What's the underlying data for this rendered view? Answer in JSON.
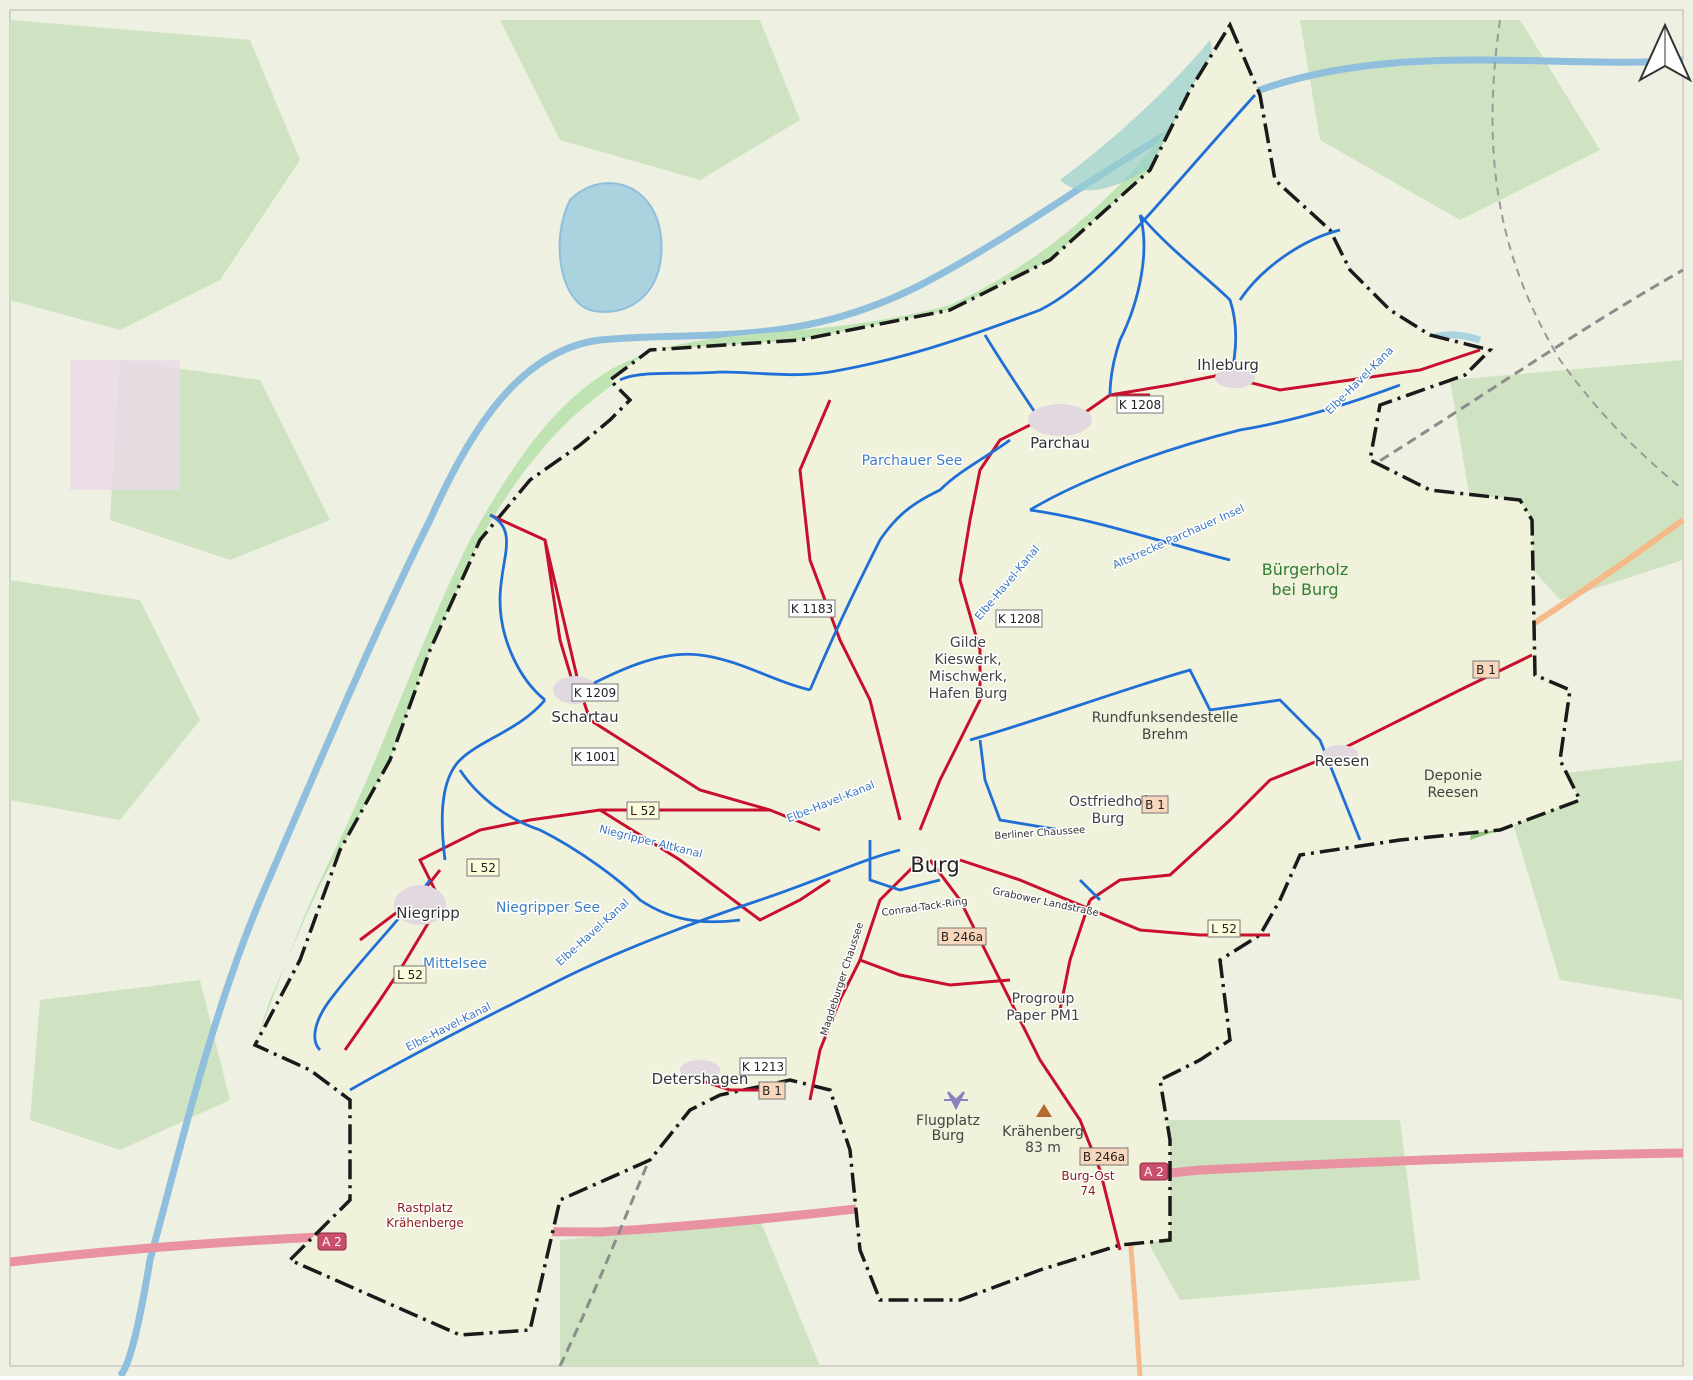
{
  "map": {
    "north_arrow_icon": "north-arrow-icon",
    "places": [
      {
        "id": "burg",
        "label": "Burg"
      },
      {
        "id": "parchau",
        "label": "Parchau"
      },
      {
        "id": "ihleburg",
        "label": "Ihleburg"
      },
      {
        "id": "schartau",
        "label": "Schartau"
      },
      {
        "id": "niegripp",
        "label": "Niegripp"
      },
      {
        "id": "detershagen",
        "label": "Detershagen"
      },
      {
        "id": "reesen",
        "label": "Reesen"
      }
    ],
    "water_labels": {
      "parchauer_see": "Parchauer See",
      "niegripper_see": "Niegripper See",
      "mittelsee": "Mittelsee",
      "niegripper_altkanal": "Niegripper Altkanal",
      "elbe_havel_kanal": "Elbe-Havel-Kanal",
      "elbe_havel_kanal_trunc": "Elbe-Havel-Kana",
      "altstrecke": "Altstrecke Parchauer Insel"
    },
    "forest": {
      "line1": "Bürgerholz",
      "line2": "bei Burg"
    },
    "pois": {
      "gilde": [
        "Gilde",
        "Kieswerk,",
        "Mischwerk,",
        "Hafen Burg"
      ],
      "rundfunk": [
        "Rundfunksendestelle",
        "Brehm"
      ],
      "ostfriedhof": [
        "Ostfriedhof",
        "Burg"
      ],
      "deponie": [
        "Deponie",
        "Reesen"
      ],
      "progroup": [
        "Progroup",
        "Paper PM1"
      ],
      "flugplatz": [
        "Flugplatz",
        "Burg"
      ],
      "kraehenberg": [
        "Krähenberg",
        "83 m"
      ],
      "rastplatz": [
        "Rastplatz",
        "Krähenberge"
      ],
      "burg_ost": [
        "Burg-Ost",
        "74"
      ]
    },
    "streets": {
      "berliner": "Berliner Chaussee",
      "grabower": "Grabower Landstraße",
      "conrad": "Conrad-Tack-Ring",
      "magdeburger": "Magdeburger Chaussee"
    },
    "road_refs": {
      "k1208a": "K 1208",
      "k1208b": "K 1208",
      "k1183": "K 1183",
      "k1209": "K 1209",
      "k1001": "K 1001",
      "k1213": "K 1213",
      "l52a": "L 52",
      "l52b": "L 52",
      "l52c": "L 52",
      "l52d": "L 52",
      "b1a": "B 1",
      "b1b": "B 1",
      "b1c": "B 1",
      "b246a_a": "B 246a",
      "b246a_b": "B 246a",
      "a2a": "A 2",
      "a2b": "A 2"
    },
    "colors": {
      "base": "#eef1e2",
      "district": "#f1f2dc",
      "forest": "#8fc47f",
      "forest_dark": "#7db76c",
      "water": "#aad3df",
      "river": "#8fbfdc",
      "boundary": "#1a1a1a",
      "red_roads": "#c8102e",
      "blue_paths": "#1f6fd6",
      "trunk": "#f6b98a",
      "motorway": "#e892a2"
    }
  }
}
